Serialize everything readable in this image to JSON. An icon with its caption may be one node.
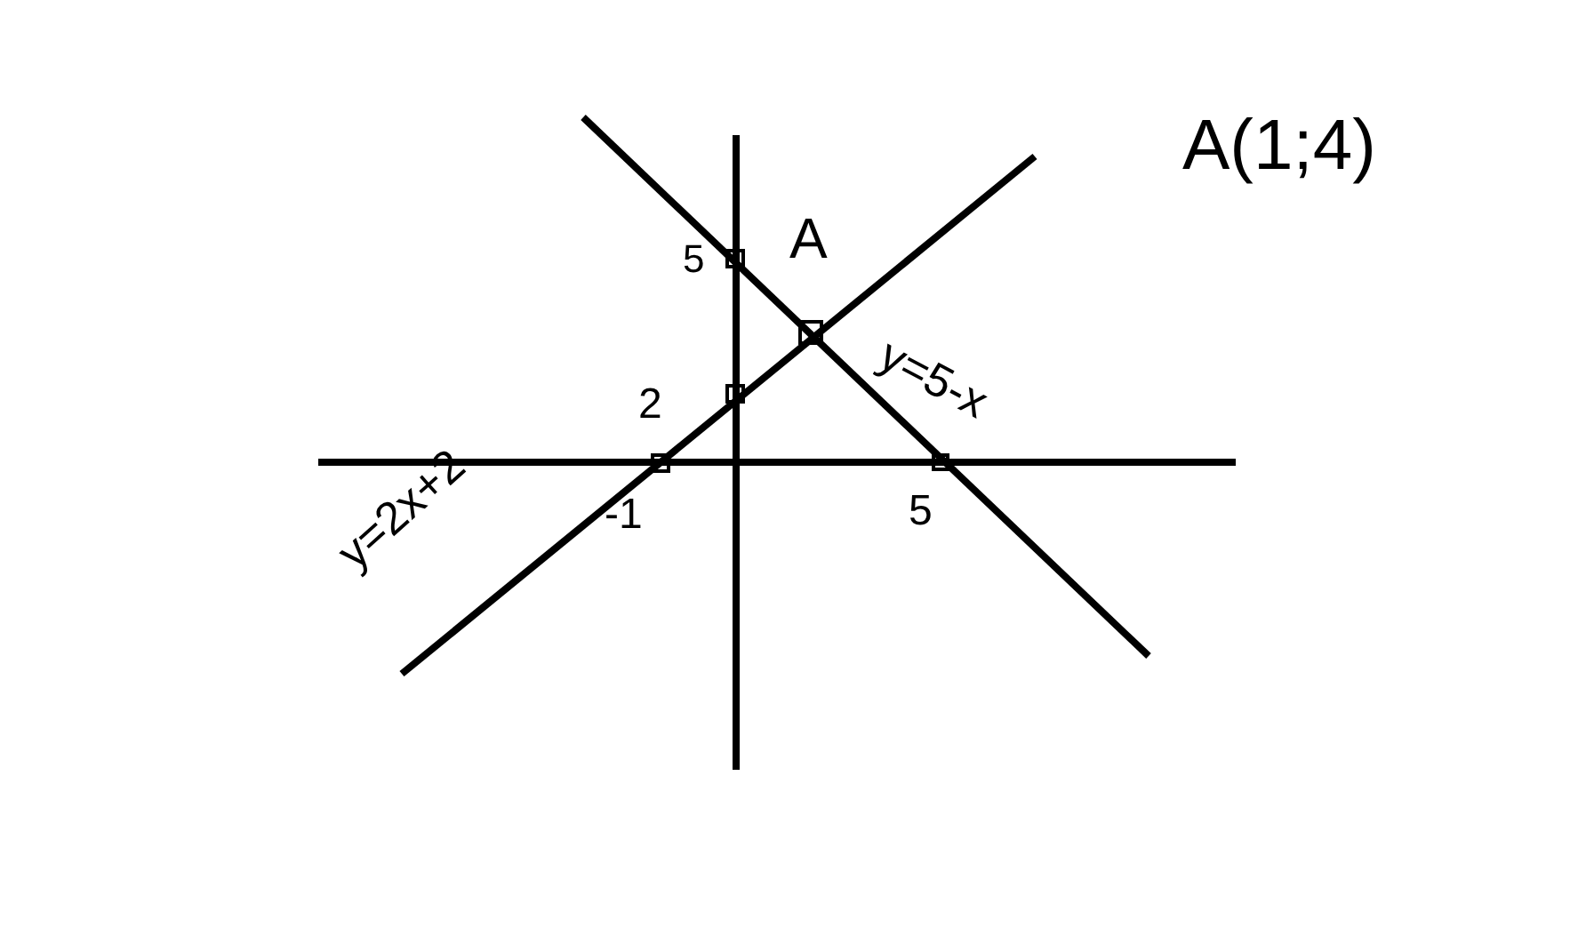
{
  "diagram": {
    "labels": [
      "A(1;4)",
      "5",
      "A",
      "2",
      "y=5-x",
      "-1",
      "5",
      "y=2x+2"
    ]
  }
}
